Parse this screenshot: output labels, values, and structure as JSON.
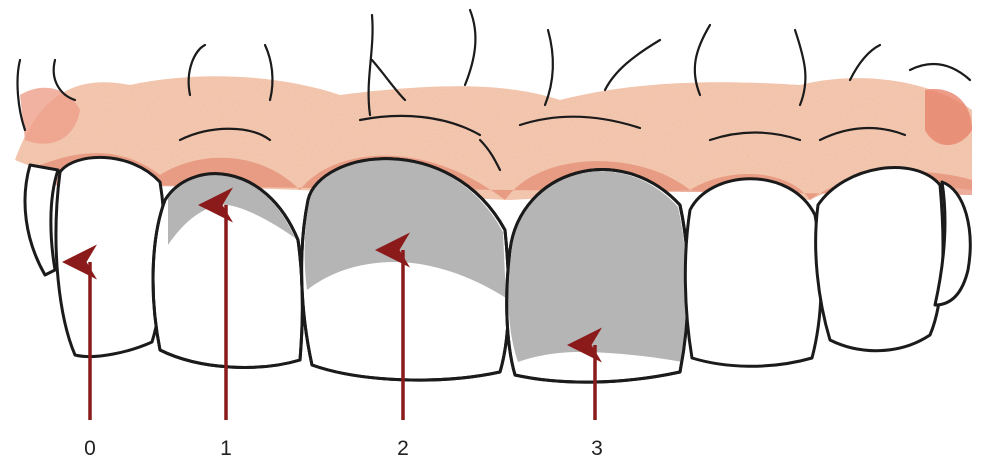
{
  "labels": [
    "0",
    "1",
    "2",
    "3"
  ],
  "colors": {
    "gum_light": "#f3c9b0",
    "gum_mid": "#e9997e",
    "gum_dark": "#d9705a",
    "tooth_fill": "#ffffff",
    "grey_area": "#b5b5b5",
    "outline": "#1b1b1b",
    "arrow": "#8b1a1a"
  }
}
